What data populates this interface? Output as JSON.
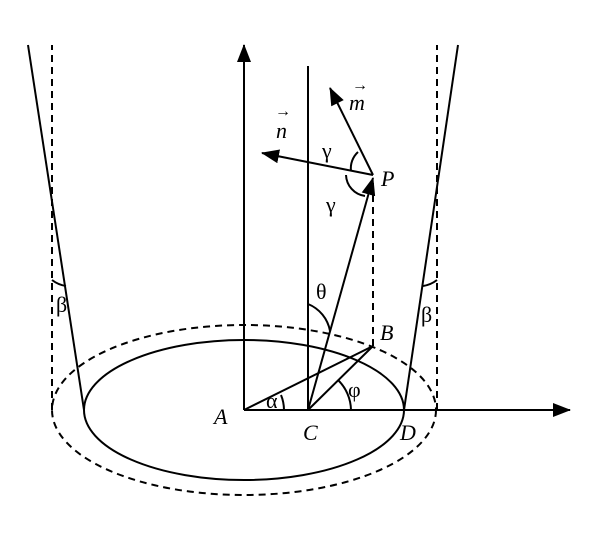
{
  "labels": {
    "A": "A",
    "B": "B",
    "C": "C",
    "D": "D",
    "P": "P",
    "n": "n",
    "m": "m",
    "vec_arrow": "→",
    "alpha": "α",
    "beta": "β",
    "gamma": "γ",
    "theta": "θ",
    "phi": "φ"
  }
}
